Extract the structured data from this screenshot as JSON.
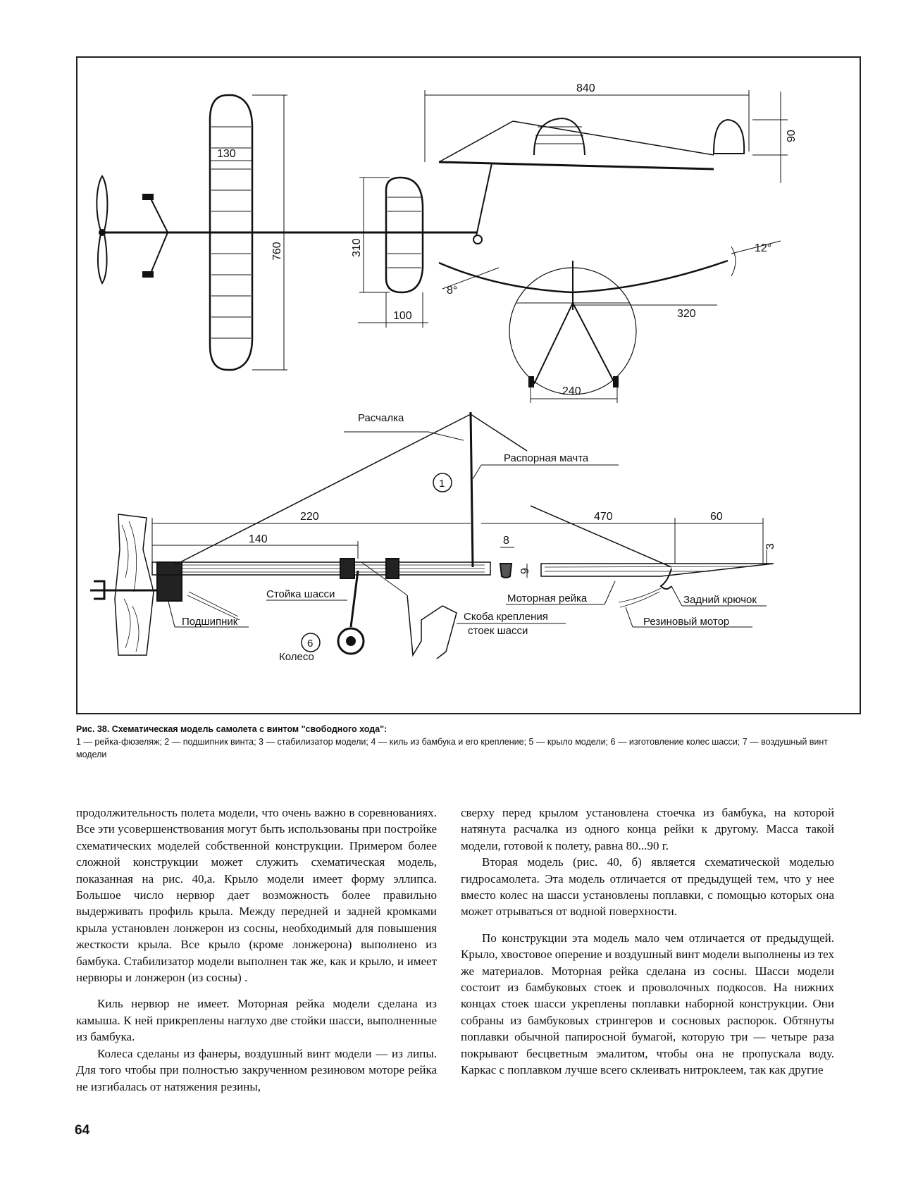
{
  "figure": {
    "dimensions": {
      "d840": "840",
      "d90": "90",
      "d130": "130",
      "d760": "760",
      "d310": "310",
      "d100": "100",
      "d12deg": "12°",
      "d8deg": "8°",
      "d320": "320",
      "d240": "240",
      "d220": "220",
      "d140": "140",
      "d470": "470",
      "d60": "60",
      "d8": "8",
      "d9": "9",
      "d3": "3"
    },
    "labels": {
      "raschalka": "Расчалка",
      "mast": "Распорная мачта",
      "circle1": "1",
      "stoika": "Стойка шасси",
      "koleso": "Колесо",
      "circle6": "6",
      "podshipnik": "Подшипник",
      "skoba1": "Скоба крепления",
      "skoba2": "стоек шасси",
      "motor_reika": "Моторная рейка",
      "rezina": "Резиновый мотор",
      "kryuchok": "Задний крючок"
    }
  },
  "caption": {
    "title": "Рис. 38. Схематическая модель самолета с винтом \"свободного хода\":",
    "text": "1 — рейка-фюзеляж; 2 — подшипник винта; 3 — стабилизатор модели; 4 — киль из бамбука и его крепление; 5 — крыло модели; 6 — изготовление колес шасси; 7 — воздушный винт модели"
  },
  "left_column": [
    "продолжительность полета модели, что очень важно в соревнованиях. Все эти усовершенствования могут быть использованы при постройке схематических моделей собственной конструкции. Примером более сложной конструкции может служить схематическая модель, показанная на рис. 40,а. Крыло модели имеет форму эллипса. Большое число нервюр дает возможность более правильно выдерживать профиль крыла. Между передней и задней кромками крыла установлен лонжерон из сосны, необходимый для повышения жесткости крыла. Все крыло (кроме лонжерона) выполнено из бамбука. Стабилизатор модели выполнен так же, как и крыло, и имеет нервюры и лонжерон (из сосны) .",
    "Киль нервюр не имеет. Моторная рейка модели сделана из камыша. К ней прикреплены наглухо две стойки шасси, выполненные из бамбука.",
    "Колеса сделаны из фанеры, воздушный винт модели — из липы. Для того чтобы при полностью закрученном резиновом моторе рейка не изгибалась от натяжения резины,"
  ],
  "right_column": [
    "сверху перед крылом установлена стоечка из бамбука, на которой натянута расчалка из одного конца рейки к другому. Масса такой модели, готовой к полету, равна 80...90 г.",
    "Вторая модель (рис. 40, б) является схематической моделью гидросамолета. Эта модель отличается от предыдущей тем, что у нее вместо колес на шасси установлены поплавки, с помощью которых она может отрываться от водной поверхности.",
    "По конструкции эта модель мало чем отличается от предыдущей. Крыло, хвостовое оперение и воздушный винт модели выполнены из тех же материалов. Моторная рейка сделана из сосны. Шасси модели состоит из бамбуковых стоек и проволочных подкосов. На нижних концах стоек шасси укреплены поплавки наборной конструкции. Они собраны из бамбуковых стрингеров и сосновых распорок. Обтянуты поплавки обычной папиросной бумагой, которую три — четыре раза покрывают бесцветным эмалитом, чтобы она не пропускала воду. Каркас с поплавком лучше всего склеивать нитроклеем, так как другие"
  ],
  "page_number": "64"
}
